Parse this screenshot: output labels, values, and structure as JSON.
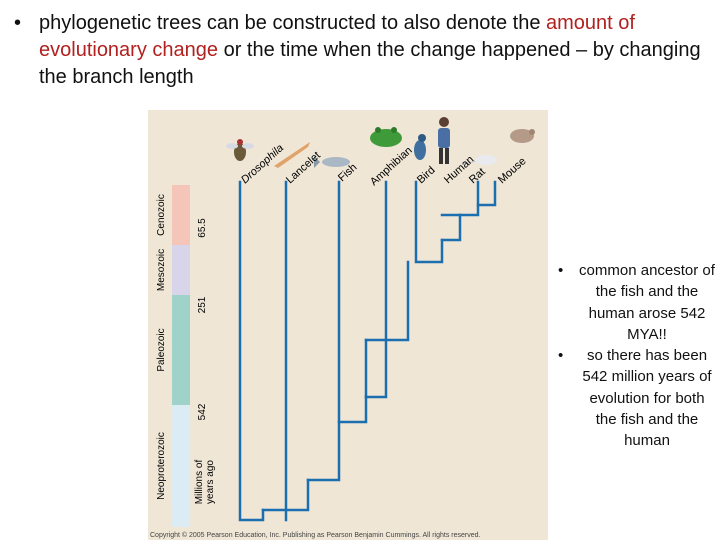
{
  "headline": {
    "bullet": "•",
    "part1": "phylogenetic trees can be constructed to also denote the ",
    "highlight": "amount of evolutionary change",
    "part2": " or the time when the change happened – by changing the branch length"
  },
  "figure": {
    "eras": [
      {
        "name": "Cenozoic",
        "color": "#f5c5b9"
      },
      {
        "name": "Mesozoic",
        "color": "#d8d4e9"
      },
      {
        "name": "Paleozoic",
        "color": "#9fd3c9"
      },
      {
        "name": "Neoproterozoic",
        "color": "#dcecf4"
      }
    ],
    "time_marks": [
      "65.5",
      "251",
      "542"
    ],
    "axis_label_line1": "Millions of",
    "axis_label_line2": "years ago",
    "taxa": [
      "Drosophila",
      "Lancelet",
      "Fish",
      "Amphibian",
      "Bird",
      "Human",
      "Rat",
      "Mouse"
    ],
    "copyright": "Copyright © 2005 Pearson Education, Inc. Publishing as Pearson Benjamin Cummings. All rights reserved.",
    "icons": [
      "fly-icon",
      "lancelet-icon",
      "fish-icon",
      "frog-icon",
      "bird-icon",
      "human-icon",
      "rat-icon",
      "mouse-icon"
    ],
    "tree_color": "#1b6fb0"
  },
  "side_bullets": [
    {
      "bullet": "•",
      "text": "common ancestor of the fish and the human arose 542 MYA!!"
    },
    {
      "bullet": "•",
      "text": "so there has been 542 million years of evolution for both the fish and the human"
    }
  ]
}
